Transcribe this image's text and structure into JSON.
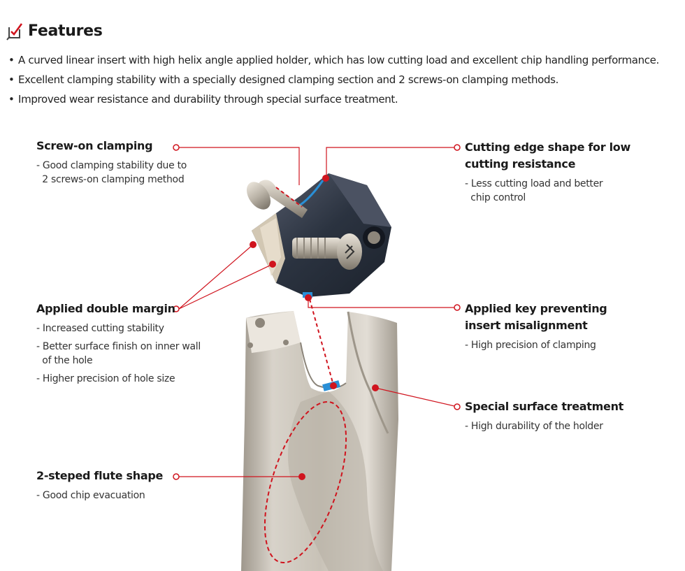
{
  "header": {
    "title": "Features"
  },
  "bullets": [
    "A curved linear insert with high helix angle applied holder, which has low cutting load and excellent chip handling performance.",
    "Excellent clamping stability with a specially designed clamping section and 2 screws-on clamping methods.",
    "Improved wear resistance and durability through special surface treatment."
  ],
  "callouts": {
    "screw_on": {
      "title": "Screw-on clamping",
      "desc": [
        "- Good clamping stability due to",
        "  2 screws-on clamping method"
      ]
    },
    "cutting_edge": {
      "title": [
        "Cutting edge shape for low",
        "cutting resistance"
      ],
      "desc": [
        "- Less cutting load and better",
        "  chip control"
      ]
    },
    "double_margin": {
      "title": "Applied double margin",
      "desc": [
        "- Increased cutting stability",
        "- Better surface finish on inner wall",
        "  of the hole",
        "- Higher precision of hole size"
      ]
    },
    "key_prevent": {
      "title": [
        "Applied key preventing",
        "insert misalignment"
      ],
      "desc": [
        "- High precision of clamping"
      ]
    },
    "surface": {
      "title": "Special surface treatment",
      "desc": [
        "- High durability of the holder"
      ]
    },
    "flute": {
      "title": "2-steped flute shape",
      "desc": [
        "- Good chip evacuation"
      ]
    }
  },
  "colors": {
    "accent": "#d0141e",
    "insert": "#2b3340",
    "holder": "#c9c3b8",
    "key": "#2a8fd6"
  }
}
